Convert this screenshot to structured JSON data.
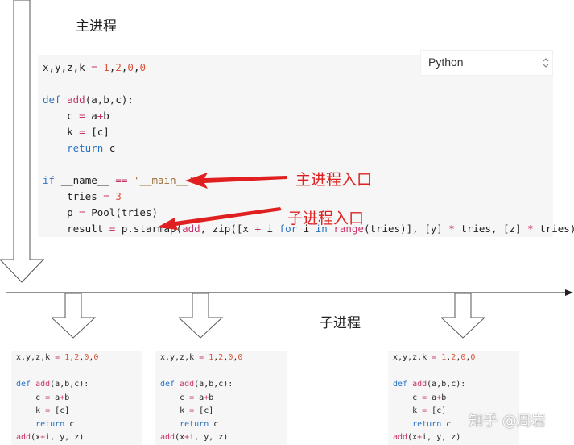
{
  "labels": {
    "main_process": "主进程",
    "sub_process": "子进程",
    "main_entry": "主进程入口",
    "sub_entry": "子进程入口",
    "watermark": "知乎 @周岩"
  },
  "lang_select": {
    "value": "Python",
    "icon": "chevron-updown-icon"
  },
  "main_code": [
    "x,y,z,k = 1,2,0,0",
    "",
    "def add(a,b,c):",
    "    c = a+b",
    "    k = [c]",
    "    return c",
    "",
    "if __name__ == '__main__':",
    "    tries = 3",
    "    p = Pool(tries)",
    "    result = p.starmap(add, zip([x + i for i in range(tries)], [y] * tries, [z] * tries))"
  ],
  "sub_code": [
    "x,y,z,k = 1,2,0,0",
    "",
    "def add(a,b,c):",
    "    c = a+b",
    "    k = [c]",
    "    return c",
    "add(x+i, y, z)"
  ],
  "colors": {
    "keyword": "#2a73c2",
    "function": "#c8326a",
    "number": "#d9533b",
    "annotation": "#e02020"
  }
}
